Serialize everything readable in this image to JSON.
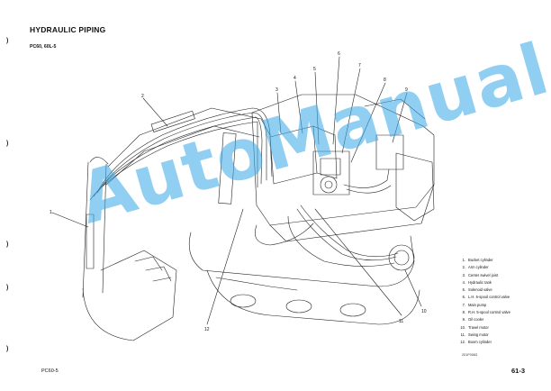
{
  "header": {
    "title": "HYDRAULIC  PIPING",
    "model": "PC60, 60L-5"
  },
  "figure": {
    "code": "201F0063",
    "callouts": [
      "1",
      "2",
      "3",
      "4",
      "5",
      "6",
      "7",
      "8",
      "9",
      "10",
      "11",
      "12"
    ]
  },
  "legend": [
    {
      "num": "1.",
      "label": "Bucket cylinder"
    },
    {
      "num": "2.",
      "label": "Arm cylinder"
    },
    {
      "num": "3.",
      "label": "Center swivel joint"
    },
    {
      "num": "4.",
      "label": "Hydraulic tank"
    },
    {
      "num": "5.",
      "label": "Solenoid valve"
    },
    {
      "num": "6.",
      "label": "L.H. 6-spool control valve"
    },
    {
      "num": "7.",
      "label": "Main pump"
    },
    {
      "num": "8.",
      "label": "R.H. 5-spool control valve"
    },
    {
      "num": "9.",
      "label": "Oil cooler"
    },
    {
      "num": "10.",
      "label": "Travel motor"
    },
    {
      "num": "11.",
      "label": "Swing motor"
    },
    {
      "num": "12.",
      "label": "Boom cylinder"
    }
  ],
  "footer": {
    "left": "PC60-5",
    "right": "61-3"
  },
  "margin_marks": [
    ")",
    ")",
    ")",
    ")",
    ")"
  ],
  "watermark": "AutoManual"
}
